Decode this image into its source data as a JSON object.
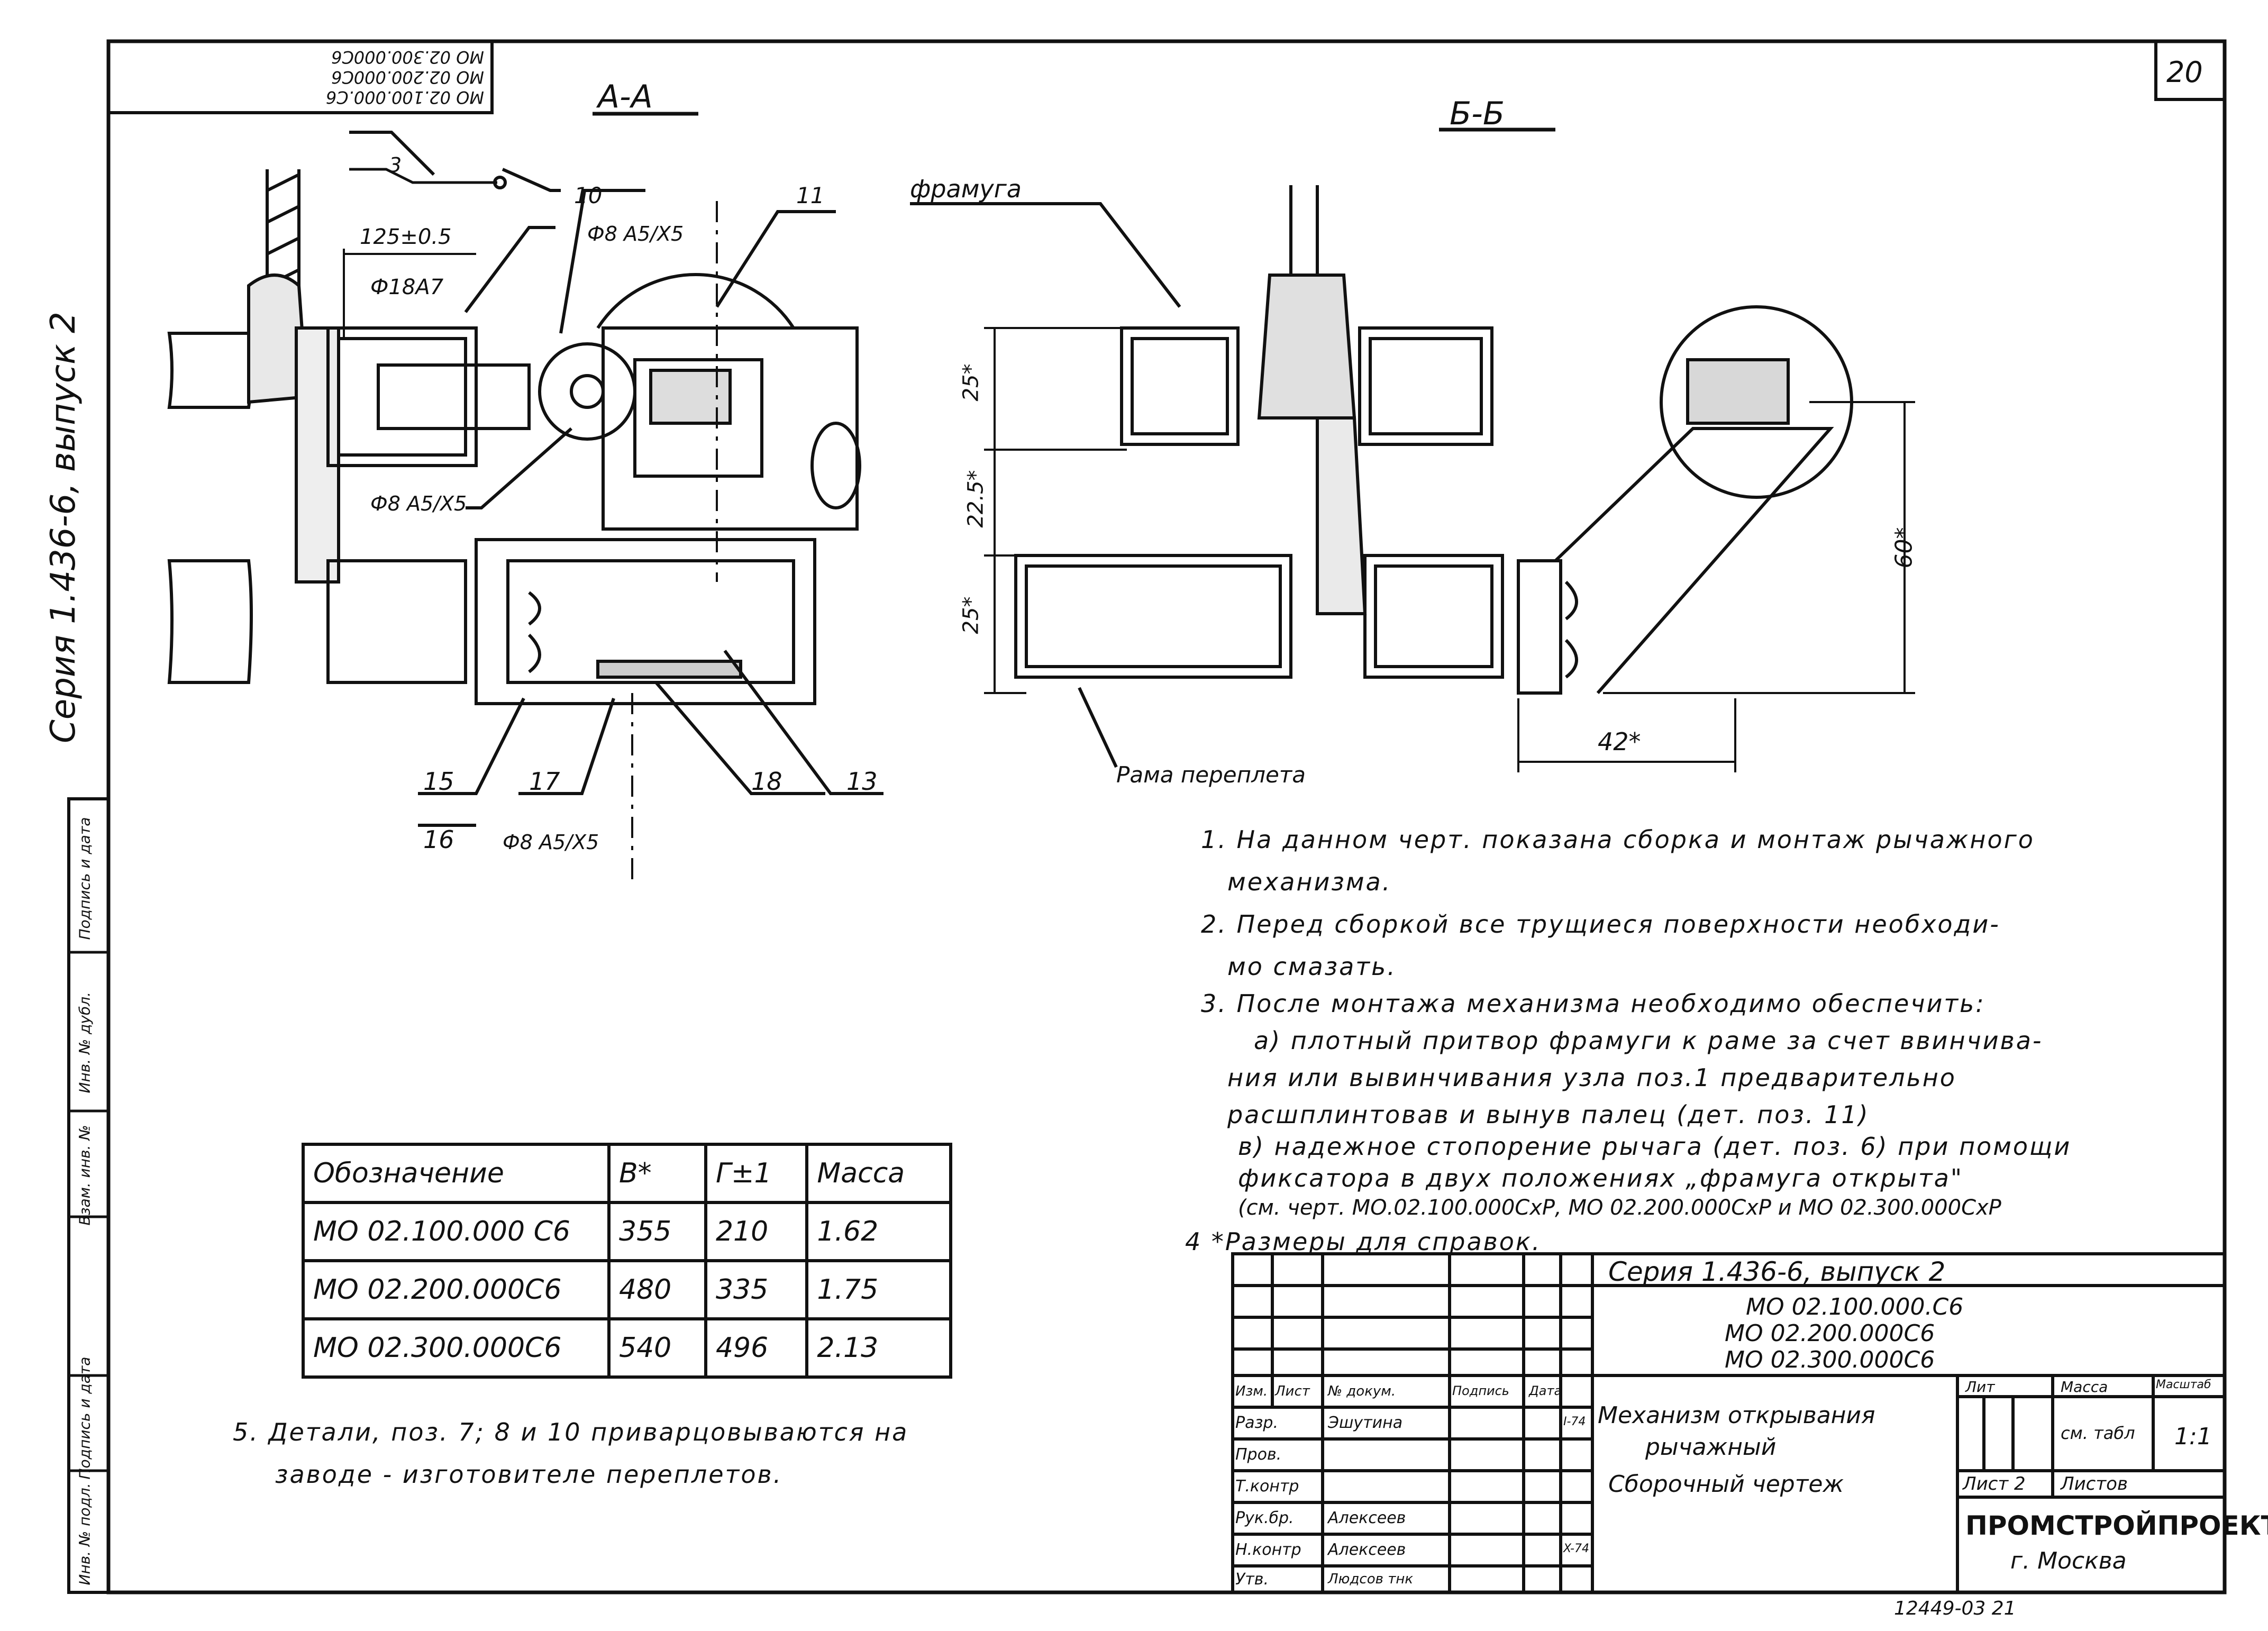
{
  "sheet": {
    "page_number": "20",
    "mirrored_stamp": [
      "МО 02.100.000.С6",
      "МО 02.200.000С6",
      "МО 02.300.000С6"
    ],
    "side_title": "Серия 1.436-6, выпуск 2",
    "side_columns": [
      "Инв. № подл.",
      "Подпись и дата",
      "Взам. инв. №",
      "Инв. № дубл.",
      "Подпись и дата"
    ]
  },
  "views": {
    "section_a": "А-А",
    "section_b": "Б-Б"
  },
  "callouts": {
    "dim_125": "125±0.5",
    "weld_symbol": "3",
    "dia_18": "Ф18А7",
    "pos_10": "10",
    "pos_11": "11",
    "fit_top": "Ф8 А5/Х5",
    "fit_mid": "Ф8 А5/Х5",
    "fit_bottom": "Ф8 А5/Х5",
    "pos_15": "15",
    "pos_16": "16",
    "pos_17": "17",
    "pos_18": "18",
    "pos_13": "13",
    "framuga": "фрамуга",
    "rama": "Рама переплета",
    "dim_25a": "25*",
    "dim_225": "22.5*",
    "dim_25b": "25*",
    "dim_60": "60*",
    "dim_42": "42*"
  },
  "spec_table": {
    "headers": [
      "Обозначение",
      "В*",
      "Г±1",
      "Масса"
    ],
    "rows": [
      [
        "МО 02.100.000 С6",
        "355",
        "210",
        "1.62"
      ],
      [
        "МО 02.200.000С6",
        "480",
        "335",
        "1.75"
      ],
      [
        "МО 02.300.000С6",
        "540",
        "496",
        "2.13"
      ]
    ]
  },
  "note5": [
    "5.  Детали, поз. 7; 8 и 10 приварцовываются на",
    "заводе - изготовителе переплетов."
  ],
  "notes": [
    "1. На данном черт. показана сборка и монтаж рычажного",
    "механизма.",
    "2. Перед сборкой все трущиеся поверхности необходи-",
    "мо смазать.",
    "3. После монтажа механизма необходимо обеспечить:",
    "а) плотный притвор фрамуги к раме за счет ввинчива-",
    "ния или вывинчивания узла поз.1 предварительно",
    "расшплинтовав и вынув палец (дет. поз. 11)",
    "в) надежное стопорение рычага (дет. поз. 6) при помощи",
    "фиксатора в двух положениях „фрамуга открыта\"",
    "(см. черт. МО.02.100.000СхР, МО 02.200.000СхР и МО 02.300.000СхР",
    "4 *Размеры для справок."
  ],
  "title_block": {
    "series": "Серия 1.436-6, выпуск 2",
    "codes": [
      "МО 02.100.000.С6",
      "МО 02.200.000С6",
      "МО 02.300.000С6"
    ],
    "roles": [
      "Изм.",
      "Лист",
      "№ докум.",
      "Подпись",
      "Дата"
    ],
    "people": [
      {
        "role": "Разр.",
        "name": "Эшутина",
        "date": "I-74"
      },
      {
        "role": "Пров.",
        "name": "",
        "date": ""
      },
      {
        "role": "Т.контр",
        "name": "",
        "date": ""
      },
      {
        "role": "Рук.бр.",
        "name": "Алексеев",
        "date": ""
      },
      {
        "role": "Н.контр",
        "name": "Алексеев",
        "date": "X-74"
      },
      {
        "role": "Утв.",
        "name": "Людсов тнк",
        "date": ""
      }
    ],
    "doc_title": [
      "Механизм открывания",
      "рычажный",
      "Сборочный чертеж"
    ],
    "lit_label": "Лит",
    "mass_label": "Масса",
    "scale_label": "Масштаб",
    "mass_value": "см. табл",
    "scale_value": "1:1",
    "sheet_label": "Лист 2",
    "sheets_label": "Листов",
    "org": "ПРОМСТРОЙПРОЕКТ",
    "city": "г. Москва",
    "archive": "12449-03   21"
  }
}
